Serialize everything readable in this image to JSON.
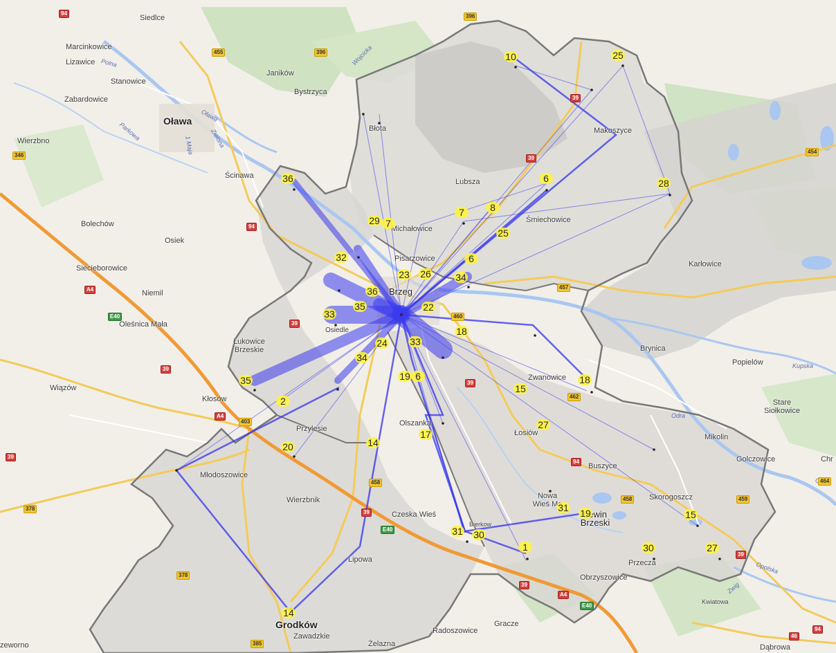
{
  "map": {
    "places": [
      {
        "id": "siedlce",
        "name": "Siedlce"
      },
      {
        "id": "marcinkowice",
        "name": "Marcinkowice"
      },
      {
        "id": "lizawice",
        "name": "Lizawice"
      },
      {
        "id": "stanowice",
        "name": "Stanowice"
      },
      {
        "id": "zabardowice",
        "name": "Zabardowice"
      },
      {
        "id": "olawa",
        "name": "Oława"
      },
      {
        "id": "wierzbno",
        "name": "Wierzbno"
      },
      {
        "id": "janikow",
        "name": "Janików"
      },
      {
        "id": "bystrzyca",
        "name": "Bystrzyca"
      },
      {
        "id": "scinawa",
        "name": "Ścinawa"
      },
      {
        "id": "blota",
        "name": "Błota"
      },
      {
        "id": "lubsza",
        "name": "Lubsza"
      },
      {
        "id": "michalowice",
        "name": "Michałowice"
      },
      {
        "id": "smiechowice",
        "name": "Śmiechowice"
      },
      {
        "id": "makoszyce",
        "name": "Makoszyce"
      },
      {
        "id": "bolechow",
        "name": "Bolechów"
      },
      {
        "id": "osiek",
        "name": "Osiek"
      },
      {
        "id": "siecieborowice",
        "name": "Siecieborowice"
      },
      {
        "id": "niemil",
        "name": "Niemil"
      },
      {
        "id": "olesnica",
        "name": "Oleśnica Mała"
      },
      {
        "id": "lukowice",
        "name": "Łukowice Brzeskie"
      },
      {
        "id": "wiazow",
        "name": "Wiązów"
      },
      {
        "id": "klosow",
        "name": "Kłosów"
      },
      {
        "id": "pisarzowice",
        "name": "Pisarzowice"
      },
      {
        "id": "brzeg",
        "name": "Brzeg"
      },
      {
        "id": "karlowice",
        "name": "Karłowice"
      },
      {
        "id": "brynica",
        "name": "Brynica"
      },
      {
        "id": "popielow",
        "name": "Popielów"
      },
      {
        "id": "stare",
        "name": "Stare Siołkowice"
      },
      {
        "id": "zwanowice",
        "name": "Zwanowice"
      },
      {
        "id": "przylesie",
        "name": "Przylesie"
      },
      {
        "id": "olszanka",
        "name": "Olszanka"
      },
      {
        "id": "losiow",
        "name": "Łosiów"
      },
      {
        "id": "mikolin",
        "name": "Mikolin"
      },
      {
        "id": "golczowice",
        "name": "Golczowice"
      },
      {
        "id": "chro",
        "name": "Chr"
      },
      {
        "id": "mlodoszowice",
        "name": "Młodoszowice"
      },
      {
        "id": "buszyce",
        "name": "Buszyce"
      },
      {
        "id": "wierzbnik",
        "name": "Wierzbnik"
      },
      {
        "id": "skorogoszcz",
        "name": "Skorogoszcz"
      },
      {
        "id": "nowa",
        "name": "Nowa Wieś Ma"
      },
      {
        "id": "czeska",
        "name": "Czeska Wieś"
      },
      {
        "id": "lewin",
        "name": "Lewin Brzeski"
      },
      {
        "id": "przecza",
        "name": "Przecza"
      },
      {
        "id": "lipowa",
        "name": "Lipowa"
      },
      {
        "id": "obrzyszowice",
        "name": "Obrzyszowice"
      },
      {
        "id": "grodkow",
        "name": "Grodków"
      },
      {
        "id": "zawadzkie",
        "name": "Zawadzkie"
      },
      {
        "id": "radoszowice",
        "name": "Radoszowice"
      },
      {
        "id": "gracze",
        "name": "Gracze"
      },
      {
        "id": "kwiatowa",
        "name": "Kwiatowa"
      },
      {
        "id": "dabrowa",
        "name": "Dąbrowa"
      },
      {
        "id": "zelazna",
        "name": "Żelazna"
      },
      {
        "id": "zeworno",
        "name": "zeworno"
      },
      {
        "id": "osiedle",
        "name": "Osiedle"
      },
      {
        "id": "bierkow",
        "name": "Bierkow"
      }
    ],
    "rivers": [
      {
        "id": "odra1",
        "name": "Odra"
      },
      {
        "id": "odra2",
        "name": "Odra"
      },
      {
        "id": "odra3",
        "name": "Opolska"
      },
      {
        "id": "kupska",
        "name": "Kupska"
      },
      {
        "id": "olawka",
        "name": "Oława"
      },
      {
        "id": "wojcicka",
        "name": "Wojcicka"
      },
      {
        "id": "zielona",
        "name": "Zielona"
      },
      {
        "id": "maja",
        "name": "1 Maja"
      },
      {
        "id": "parkowa",
        "name": "Parkowa"
      },
      {
        "id": "polna",
        "name": "Polna"
      },
      {
        "id": "zwig",
        "name": "Zwig"
      }
    ],
    "road_shields": [
      {
        "id": "r94a",
        "label": "94",
        "type": "r"
      },
      {
        "id": "r455",
        "label": "455",
        "type": "y"
      },
      {
        "id": "r396a",
        "label": "396",
        "type": "y"
      },
      {
        "id": "r396b",
        "label": "396",
        "type": "y"
      },
      {
        "id": "r346",
        "label": "346",
        "type": "y"
      },
      {
        "id": "r39a",
        "label": "39",
        "type": "r"
      },
      {
        "id": "r39b",
        "label": "39",
        "type": "r"
      },
      {
        "id": "r94b",
        "label": "94",
        "type": "r"
      },
      {
        "id": "rA4a",
        "label": "A4",
        "type": "r"
      },
      {
        "id": "rE40a",
        "label": "E40",
        "type": "g"
      },
      {
        "id": "r39c",
        "label": "39",
        "type": "r"
      },
      {
        "id": "r39d",
        "label": "39",
        "type": "r"
      },
      {
        "id": "rA4b",
        "label": "A4",
        "type": "r"
      },
      {
        "id": "r403",
        "label": "403",
        "type": "y"
      },
      {
        "id": "r39e",
        "label": "39",
        "type": "r"
      },
      {
        "id": "r378a",
        "label": "378",
        "type": "y"
      },
      {
        "id": "r457",
        "label": "457",
        "type": "y"
      },
      {
        "id": "r454",
        "label": "454",
        "type": "y"
      },
      {
        "id": "r462",
        "label": "462",
        "type": "y"
      },
      {
        "id": "r39f",
        "label": "39",
        "type": "r"
      },
      {
        "id": "r94c",
        "label": "94",
        "type": "r"
      },
      {
        "id": "r458a",
        "label": "458",
        "type": "y"
      },
      {
        "id": "r458b",
        "label": "458",
        "type": "y"
      },
      {
        "id": "r39g",
        "label": "39",
        "type": "r"
      },
      {
        "id": "rE40b",
        "label": "E40",
        "type": "g"
      },
      {
        "id": "r459",
        "label": "459",
        "type": "y"
      },
      {
        "id": "r464",
        "label": "464",
        "type": "y"
      },
      {
        "id": "r378b",
        "label": "378",
        "type": "y"
      },
      {
        "id": "r385",
        "label": "385",
        "type": "y"
      },
      {
        "id": "r39h",
        "label": "39",
        "type": "r"
      },
      {
        "id": "rA4c",
        "label": "A4",
        "type": "r"
      },
      {
        "id": "rE40c",
        "label": "E40",
        "type": "g"
      },
      {
        "id": "r46",
        "label": "46",
        "type": "r"
      },
      {
        "id": "r94d",
        "label": "94",
        "type": "r"
      },
      {
        "id": "r39i",
        "label": "39",
        "type": "r"
      },
      {
        "id": "r460",
        "label": "460",
        "type": "y"
      }
    ],
    "markers": [
      {
        "id": "m10",
        "label": "10"
      },
      {
        "id": "m25a",
        "label": "25"
      },
      {
        "id": "m28",
        "label": "28"
      },
      {
        "id": "m6a",
        "label": "6"
      },
      {
        "id": "m8",
        "label": "8"
      },
      {
        "id": "m7a",
        "label": "7"
      },
      {
        "id": "m25b",
        "label": "25"
      },
      {
        "id": "m36a",
        "label": "36"
      },
      {
        "id": "m29",
        "label": "29"
      },
      {
        "id": "m7b",
        "label": "7"
      },
      {
        "id": "m32",
        "label": "32"
      },
      {
        "id": "m6b",
        "label": "6"
      },
      {
        "id": "m23",
        "label": "23"
      },
      {
        "id": "m26",
        "label": "26"
      },
      {
        "id": "m34a",
        "label": "34"
      },
      {
        "id": "m36b",
        "label": "36"
      },
      {
        "id": "m35a",
        "label": "35"
      },
      {
        "id": "m22",
        "label": "22"
      },
      {
        "id": "m33a",
        "label": "33"
      },
      {
        "id": "m18a",
        "label": "18"
      },
      {
        "id": "m24",
        "label": "24"
      },
      {
        "id": "m33b",
        "label": "33"
      },
      {
        "id": "m34b",
        "label": "34"
      },
      {
        "id": "m35b",
        "label": "35"
      },
      {
        "id": "m19a",
        "label": "19"
      },
      {
        "id": "m6c",
        "label": "6"
      },
      {
        "id": "m18b",
        "label": "18"
      },
      {
        "id": "m15a",
        "label": "15"
      },
      {
        "id": "m2",
        "label": "2"
      },
      {
        "id": "m27a",
        "label": "27"
      },
      {
        "id": "m17",
        "label": "17"
      },
      {
        "id": "m20",
        "label": "20"
      },
      {
        "id": "m14a",
        "label": "14"
      },
      {
        "id": "m31a",
        "label": "31"
      },
      {
        "id": "m19b",
        "label": "19"
      },
      {
        "id": "m15b",
        "label": "15"
      },
      {
        "id": "m31b",
        "label": "31"
      },
      {
        "id": "m30a",
        "label": "30"
      },
      {
        "id": "m1",
        "label": "1"
      },
      {
        "id": "m30b",
        "label": "30"
      },
      {
        "id": "m27b",
        "label": "27"
      },
      {
        "id": "m14b",
        "label": "14"
      }
    ]
  }
}
